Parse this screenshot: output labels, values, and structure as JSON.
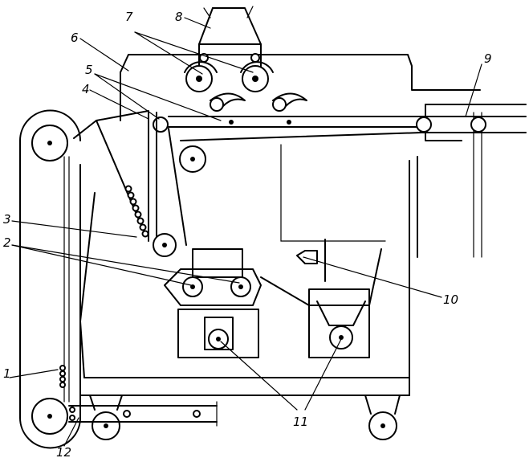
{
  "figure": {
    "labels": [
      {
        "id": "l1",
        "text": "1"
      },
      {
        "id": "l2",
        "text": "2"
      },
      {
        "id": "l3",
        "text": "3"
      },
      {
        "id": "l4",
        "text": "4"
      },
      {
        "id": "l5",
        "text": "5"
      },
      {
        "id": "l6",
        "text": "6"
      },
      {
        "id": "l7",
        "text": "7"
      },
      {
        "id": "l8",
        "text": "8"
      },
      {
        "id": "l9",
        "text": "9"
      },
      {
        "id": "l10",
        "text": "10"
      },
      {
        "id": "l11",
        "text": "11"
      },
      {
        "id": "l12",
        "text": "12"
      }
    ]
  }
}
